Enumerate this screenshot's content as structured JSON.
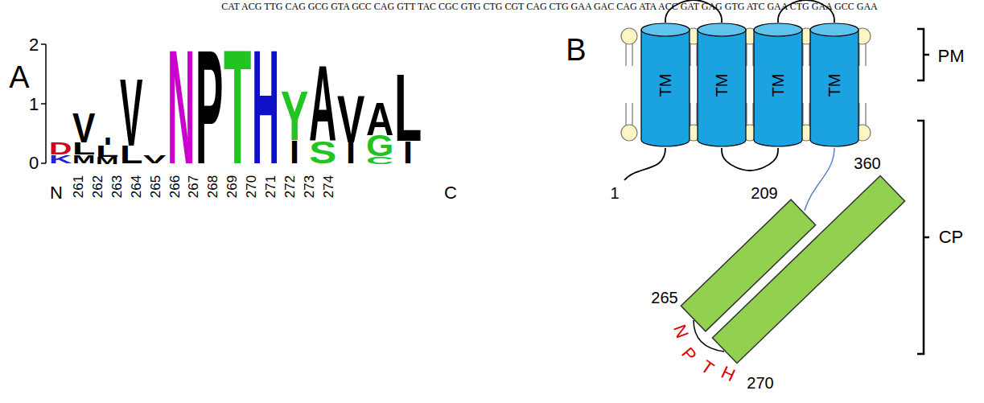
{
  "diagram": {
    "nodes": [
      {
        "text": [
          "TM"
        ]
      },
      {
        "text": [
          "TM"
        ]
      },
      {
        "text": [
          "TM"
        ]
      },
      {
        "text": [
          "TM"
        ]
      }
    ],
    "edges": [
      {
        "from": 0,
        "to": 1,
        "arrow": "none"
      },
      {
        "from": 1,
        "to": 2,
        "arrow": "none"
      },
      {
        "from": 2,
        "to": 3,
        "arrow": "none"
      }
    ],
    "labels": [
      "CAT ACG TTG CAG GCG GTA GCC CAG GTT TAC CGC GTG CTG CGT CAG CTG GAA GAC CAG ATA ACC GAT GAG GTG ATC GAA CTG GAA GCC GAA",
      "A",
      "2",
      "1",
      "0",
      "D",
      "K",
      "V",
      "L",
      "M",
      "I",
      "L",
      "M",
      "V",
      "L",
      "V",
      "N",
      "P",
      "T",
      "H",
      "Y",
      "I",
      "A",
      "S",
      "V",
      "I",
      "A",
      "G",
      "C",
      "L",
      "I",
      "N",
      "261",
      "262",
      "263",
      "264",
      "265",
      "266",
      "267",
      "268",
      "269",
      "270",
      "271",
      "272",
      "273",
      "274",
      "C",
      "B",
      "PM",
      "CP",
      "1",
      "209",
      "360",
      "265",
      "N",
      "P",
      "T",
      "H",
      "270"
    ]
  }
}
